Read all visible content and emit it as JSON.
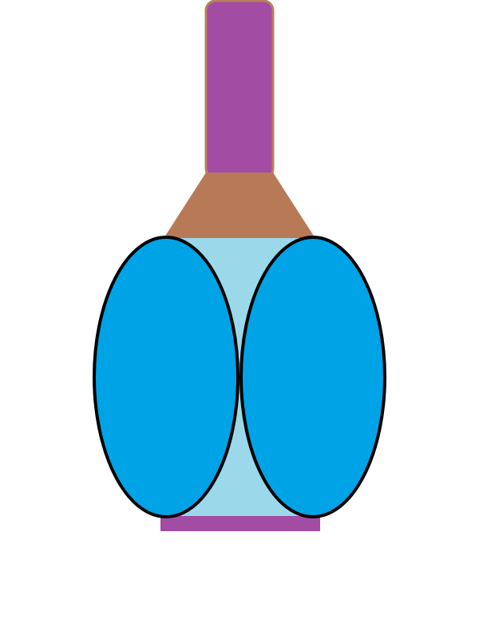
{
  "colors": {
    "background": "#ffffff",
    "rod": "#a24ca4",
    "rod_outline": "#b9805a",
    "neck": "#b87a56",
    "body_fill": "#9bd9ea",
    "lobe_fill": "#00a3e6",
    "lobe_outline": "#000000",
    "base": "#a24ca4"
  },
  "parts": {
    "rod": {
      "icon": "rod-shape"
    },
    "neck": {
      "icon": "trapezoid-shape"
    },
    "body": {
      "icon": "inner-body-shape"
    },
    "left_lobe": {
      "icon": "ellipse-shape"
    },
    "right_lobe": {
      "icon": "ellipse-shape"
    },
    "base": {
      "icon": "base-bar-shape"
    }
  }
}
